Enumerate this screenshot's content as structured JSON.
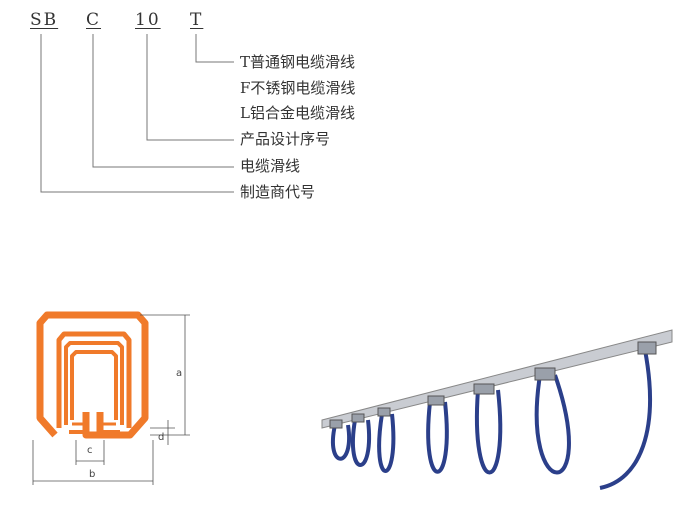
{
  "model_code": {
    "maker": "SB",
    "type": "C",
    "serial": "10",
    "material": "T"
  },
  "legend": [
    "T普通钢电缆滑线",
    "F不锈钢电缆滑线",
    "L铝合金电缆滑线",
    "产品设计序号",
    "电缆滑线",
    "制造商代号"
  ],
  "dimensions": {
    "a": "a",
    "b": "b",
    "c": "c",
    "d": "d"
  },
  "colors": {
    "profile": "#f07a2a",
    "cable": "#2b3f8a",
    "rail": "#c9ccd2"
  }
}
